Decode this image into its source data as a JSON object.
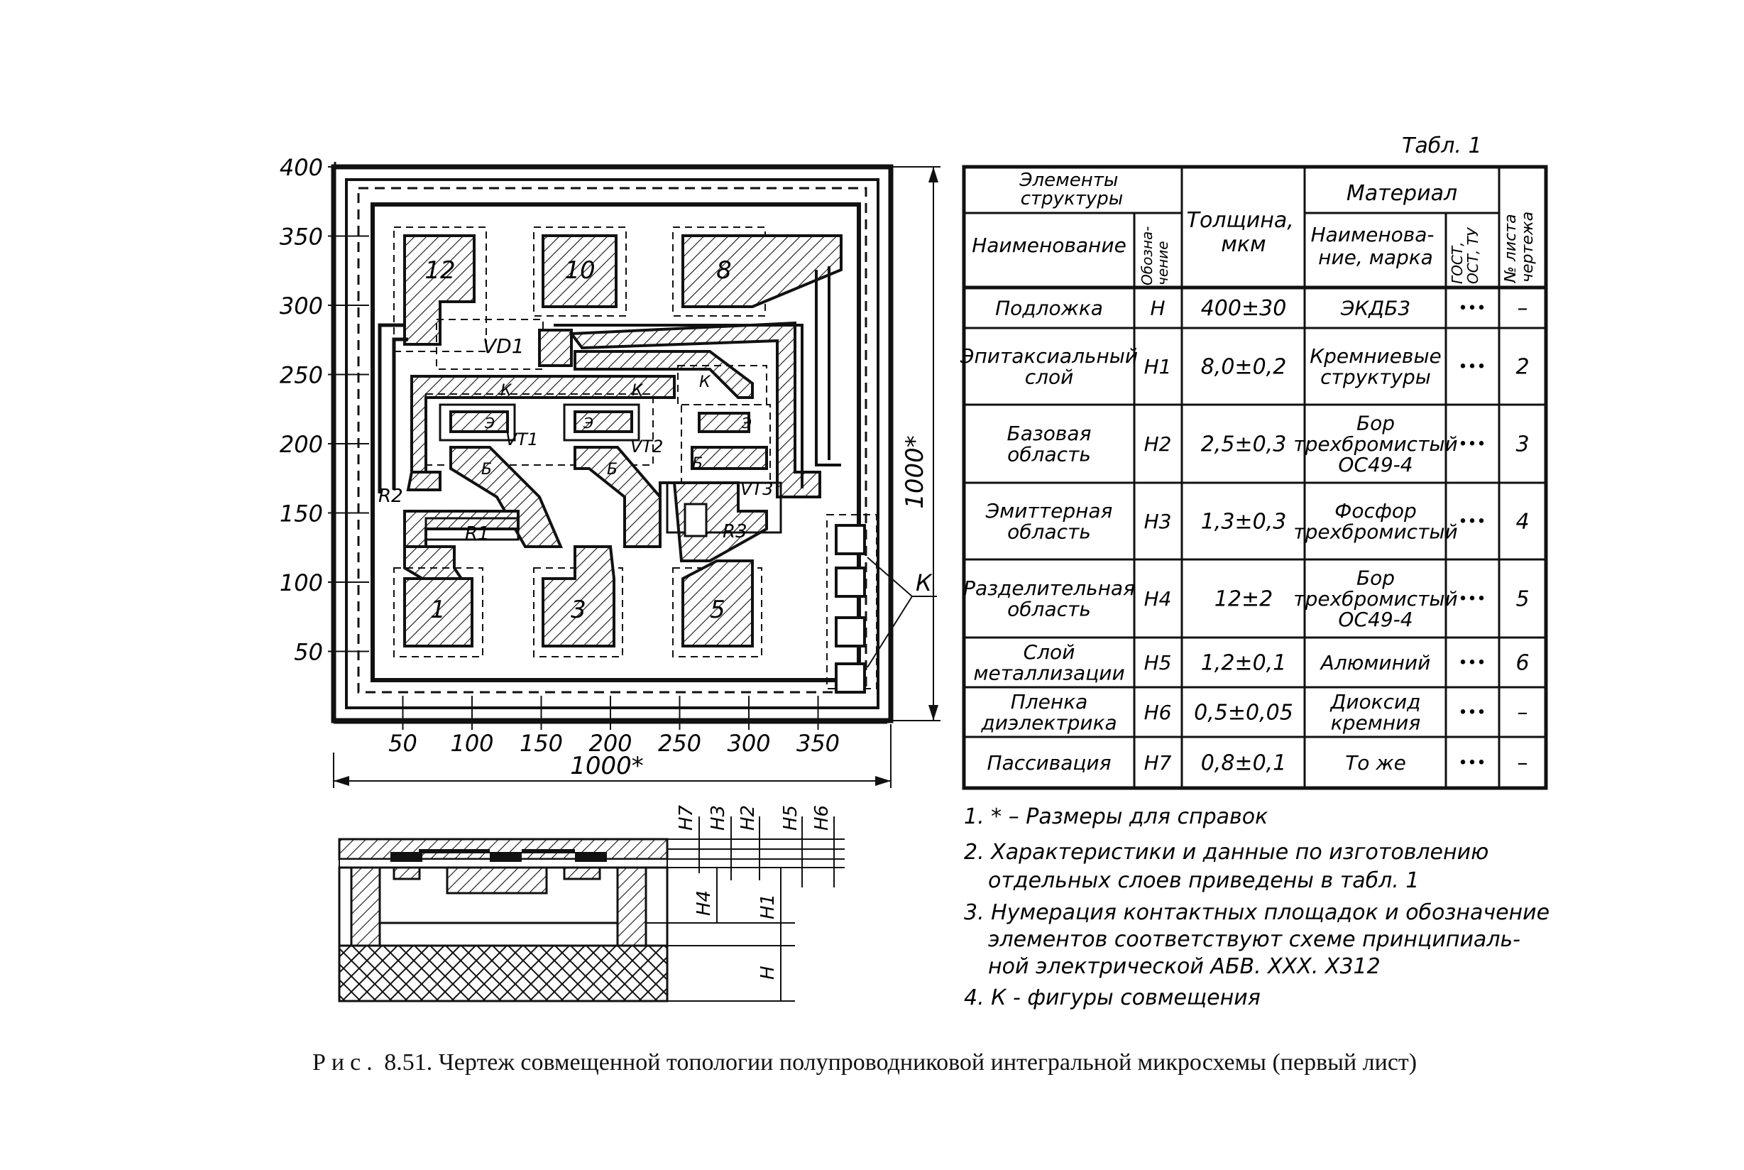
{
  "figure": {
    "caption_prefix": "Рис.",
    "caption_text": "8.51. Чертеж совмещенной топологии полупроводниковой интегральной микросхемы (первый лист)"
  },
  "topology": {
    "y_ticks": [
      "400",
      "350",
      "300",
      "250",
      "200",
      "150",
      "100",
      "50"
    ],
    "x_ticks": [
      "50",
      "100",
      "150",
      "200",
      "250",
      "300",
      "350"
    ],
    "dim_x": "1000*",
    "dim_y": "1000*",
    "pads": [
      "12",
      "10",
      "8",
      "1",
      "3",
      "5"
    ],
    "labels": {
      "vd1": "VD1",
      "vt1": "VT1",
      "vt2": "VT2",
      "vt3": "VT3",
      "r1": "R1",
      "r2": "R2",
      "r3": "R3",
      "k": "К",
      "e": "Э",
      "b": "Б",
      "k_align": "К"
    }
  },
  "section": {
    "labels": [
      "H7",
      "H3",
      "H2",
      "H5",
      "H6",
      "H4",
      "H1",
      "H"
    ]
  },
  "table": {
    "caption": "Табл. 1",
    "headers": {
      "elements": "Элементы структуры",
      "name": "Наименование",
      "designation": "Обозначение",
      "thickness": "Толщина, мкм",
      "material": "Материал",
      "material_name": "Наименование, марка",
      "gost": "ГОСТ, ОСТ, ТУ",
      "sheet": "№ листа чертежа"
    },
    "rows": [
      {
        "name": "Подложка",
        "des": "H",
        "thick": "400±30",
        "mat": "ЭКДБ3",
        "gost": "•••",
        "sheet": "–"
      },
      {
        "name": "Эпитаксиальный слой",
        "des": "H1",
        "thick": "8,0±0,2",
        "mat": "Кремниевые структуры",
        "gost": "•••",
        "sheet": "2"
      },
      {
        "name": "Базовая область",
        "des": "H2",
        "thick": "2,5±0,3",
        "mat": "Бор трехбромистый ОС49-4",
        "gost": "•••",
        "sheet": "3"
      },
      {
        "name": "Эмиттерная область",
        "des": "H3",
        "thick": "1,3±0,3",
        "mat": "Фосфор трехбромистый",
        "gost": "•••",
        "sheet": "4"
      },
      {
        "name": "Разделительная область",
        "des": "H4",
        "thick": "12±2",
        "mat": "Бор трехбромистый ОС49-4",
        "gost": "•••",
        "sheet": "5"
      },
      {
        "name": "Слой металлизации",
        "des": "H5",
        "thick": "1,2±0,1",
        "mat": "Алюминий",
        "gost": "•••",
        "sheet": "6"
      },
      {
        "name": "Пленка диэлектрика",
        "des": "H6",
        "thick": "0,5±0,05",
        "mat": "Диоксид кремния",
        "gost": "•••",
        "sheet": "–"
      },
      {
        "name": "Пассивация",
        "des": "H7",
        "thick": "0,8±0,1",
        "mat": "То же",
        "gost": "•••",
        "sheet": "–"
      }
    ]
  },
  "notes": [
    "1. * – Размеры для справок",
    "2. Характеристики и данные по изготовлению",
    "отдельных слоев приведены в табл. 1",
    "3. Нумерация контактных площадок и обозначение",
    "элементов соответствуют схеме принципиаль-",
    "ной электрической АБВ. XXX. Х312",
    "4. К - фигуры совмещения"
  ]
}
